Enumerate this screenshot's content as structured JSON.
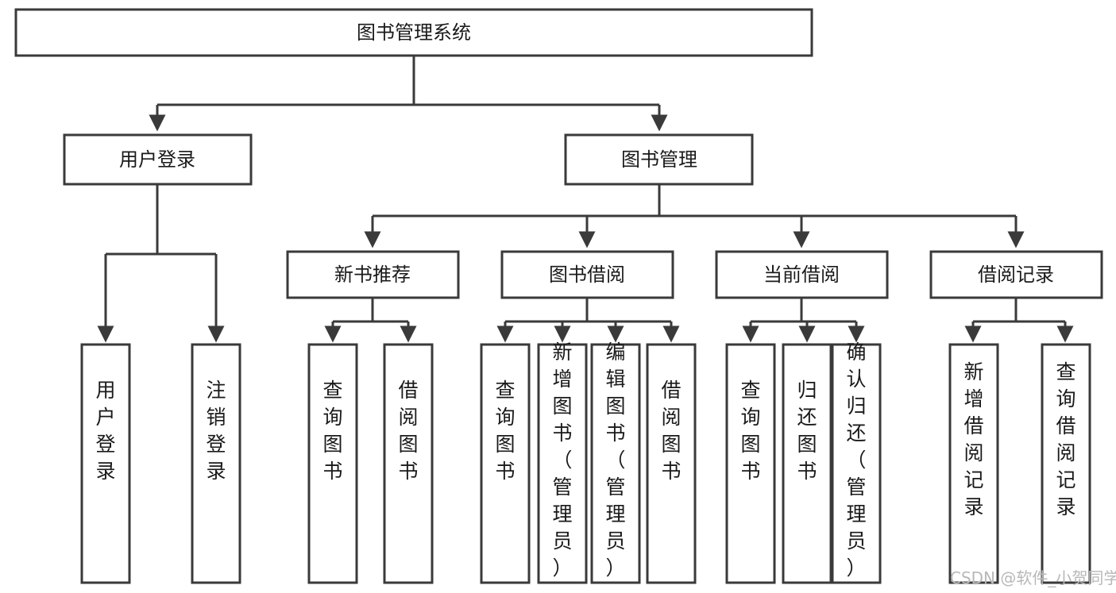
{
  "diagram": {
    "title": "图书管理系统",
    "type": "tree-hierarchy-diagram",
    "colors": {
      "stroke": "#3a3a3a",
      "fill": "#ffffff",
      "text": "#1a1a1a",
      "watermark": "#b8b8b8",
      "background": "#ffffff"
    },
    "root": {
      "label": "图书管理系统"
    },
    "level2": [
      {
        "label": "用户登录"
      },
      {
        "label": "图书管理"
      }
    ],
    "level3": [
      {
        "label": "新书推荐"
      },
      {
        "label": "图书借阅"
      },
      {
        "label": "当前借阅"
      },
      {
        "label": "借阅记录"
      }
    ],
    "leaves": {
      "user_login": [
        {
          "label": "用户登录"
        },
        {
          "label": "注销登录"
        }
      ],
      "new_book_recommend": [
        {
          "label": "查询图书"
        },
        {
          "label": "借阅图书"
        }
      ],
      "book_borrow": [
        {
          "label": "查询图书"
        },
        {
          "label": "新增图书（管理员）"
        },
        {
          "label": "编辑图书（管理员）"
        },
        {
          "label": "借阅图书"
        }
      ],
      "current_borrow": [
        {
          "label": "查询图书"
        },
        {
          "label": "归还图书"
        },
        {
          "label": "确认归还（管理员）"
        }
      ],
      "borrow_record": [
        {
          "label": "新增借阅记录"
        },
        {
          "label": "查询借阅记录"
        }
      ]
    }
  },
  "watermark": {
    "text": "CSDN @软件_小贺同学"
  }
}
